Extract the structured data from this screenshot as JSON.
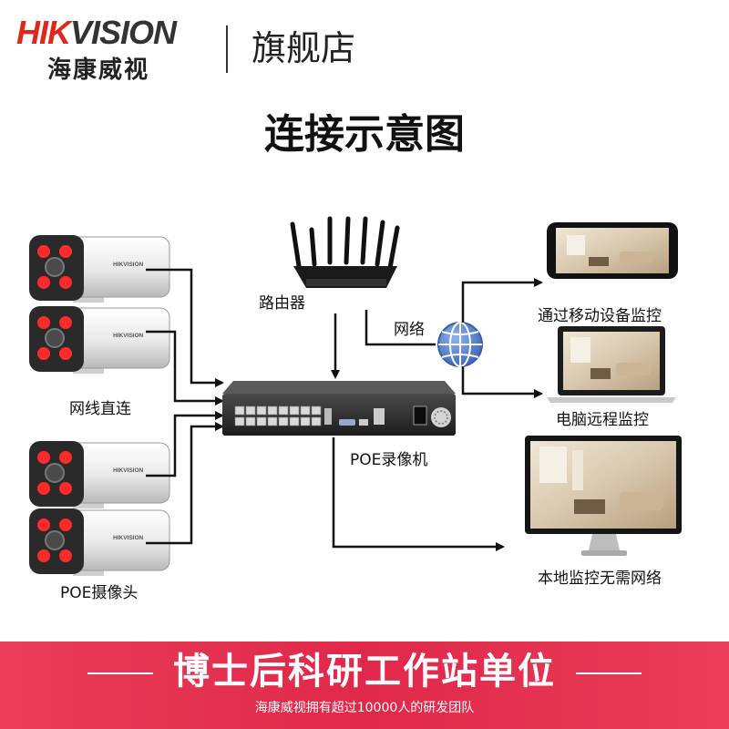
{
  "header": {
    "brand_red": "HIK",
    "brand_dark": "VISION",
    "brand_cn": "海康威视",
    "store": "旗舰店"
  },
  "title": "连接示意图",
  "labels": {
    "router": "路由器",
    "network": "网络",
    "direct": "网线直连",
    "nvr": "POE录像机",
    "camera": "POE摄像头",
    "mobile": "通过移动设备监控",
    "pc": "电脑远程监控",
    "local": "本地监控无需网络"
  },
  "camera_brand": "HIKVISION",
  "banner": {
    "main": "博士后科研工作站单位",
    "sub": "海康威视拥有超过10000人的研发团队"
  },
  "colors": {
    "brand_red": "#e1261c",
    "banner": "#e3304f",
    "globe": "#4a78c9"
  }
}
